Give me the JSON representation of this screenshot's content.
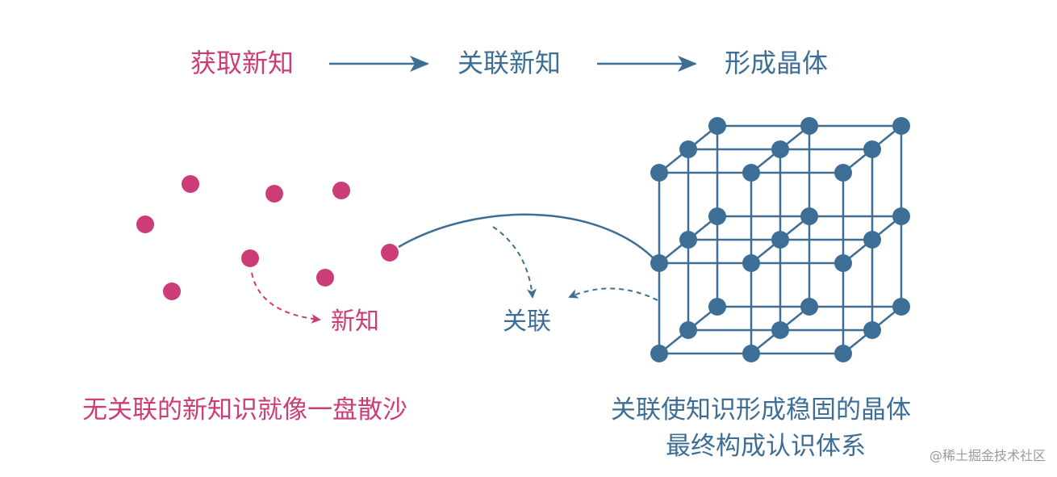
{
  "colors": {
    "pink": "#cc3d78",
    "blue": "#3d6e96",
    "watermark": "#9a9a9a"
  },
  "flow": {
    "step1": "获取新知",
    "step2": "关联新知",
    "step3": "形成晶体"
  },
  "labels": {
    "new_knowledge": "新知",
    "association": "关联"
  },
  "captions": {
    "left": "无关联的新知识就像一盘散沙",
    "right_line1": "关联使知识形成稳固的晶体",
    "right_line2": "最终构成认识体系"
  },
  "watermark": "@稀土掘金技术社区"
}
